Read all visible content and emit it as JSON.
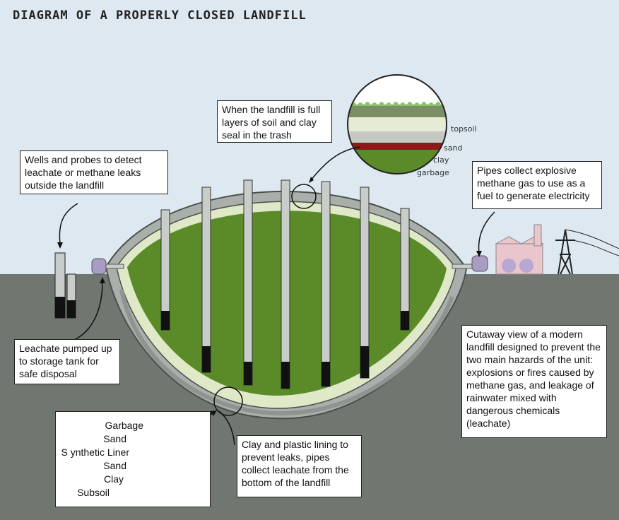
{
  "title": "DIAGRAM OF A PROPERLY CLOSED LANDFILL",
  "callouts": {
    "wells": "Wells and probes to detect leachate or methane leaks outside the landfill",
    "full": "When the landfill is full layers of soil and clay seal in the trash",
    "pipes_gas": "Pipes collect explosive methane gas to use as a fuel to generate electricity",
    "leachate_pumped": "Leachate pumped up to storage tank for safe disposal",
    "cutaway": "Cutaway view of a modern landfill designed to prevent the two main hazards of the unit: explosions or fires caused by methane gas, and leakage of rainwater mixed with dangerous chemicals (leachate)",
    "clay_plastic": "Clay and plastic lining to prevent leaks, pipes collect leachate from the bottom of the landfill"
  },
  "top_layers": [
    "topsoil",
    "sand",
    "clay",
    "garbage"
  ],
  "bottom_layers": [
    "Garbage",
    "Sand",
    "S ynthetic Liner",
    "Sand",
    "Clay",
    "Subsoil"
  ],
  "colors": {
    "sky": "#dde8f1",
    "ground": "#6f7770",
    "garbage": "#5b8a28",
    "liner": "#a9b0ab",
    "clay_red": "#8b1a1a"
  }
}
